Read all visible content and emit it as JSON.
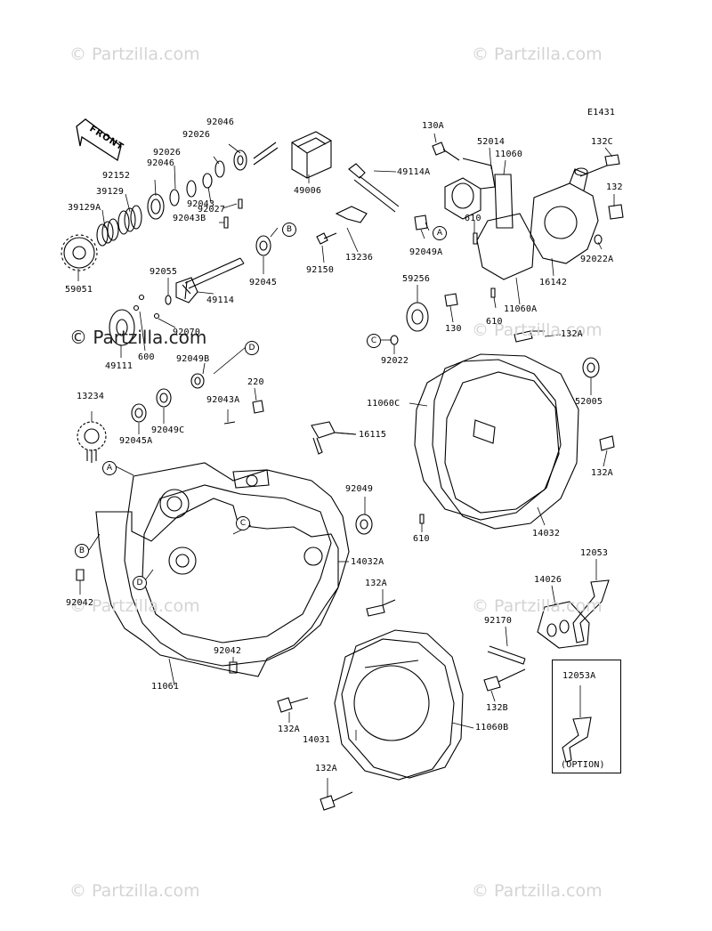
{
  "diagram_code": "E1431",
  "front_tag": "FRONT",
  "option_note": "(OPTION)",
  "watermark": "© Partzilla.com",
  "watermark_dark": "© Partzilla.com",
  "labels": {
    "l_92046_top": "92046",
    "l_92026_top": "92026",
    "l_92026": "92026",
    "l_92046": "92046",
    "l_92152": "92152",
    "l_39129": "39129",
    "l_39129a": "39129A",
    "l_92027": "92027",
    "l_49006": "49006",
    "l_49114a": "49114A",
    "l_92043": "92043",
    "l_92043b": "92043B",
    "l_59051": "59051",
    "l_92055": "92055",
    "l_92045": "92045",
    "l_13236": "13236",
    "l_92150": "92150",
    "l_49114": "49114",
    "l_92070": "92070",
    "l_600": "600",
    "l_49111": "49111",
    "l_92049b": "92049B",
    "l_220": "220",
    "l_92043a": "92043A",
    "l_13234": "13234",
    "l_92049c": "92049C",
    "l_92045a": "92045A",
    "l_16115": "16115",
    "l_92049": "92049",
    "l_14032a": "14032A",
    "l_92042_left": "92042",
    "l_92042_mid": "92042",
    "l_11061": "11061",
    "l_132a_mid": "132A",
    "l_132a_low": "132A",
    "l_132a_bot": "132A",
    "l_14031": "14031",
    "l_130a": "130A",
    "l_52014": "52014",
    "l_11060": "11060",
    "l_132c": "132C",
    "l_132": "132",
    "l_610_top": "610",
    "l_92049a": "92049A",
    "l_92022a": "92022A",
    "l_16142": "16142",
    "l_59256": "59256",
    "l_610_mid": "610",
    "l_11060a": "11060A",
    "l_130": "130",
    "l_92022": "92022",
    "l_132a_top": "132A",
    "l_52005": "52005",
    "l_11060c": "11060C",
    "l_132a_right": "132A",
    "l_610_low": "610",
    "l_14032": "14032",
    "l_12053": "12053",
    "l_14026": "14026",
    "l_92170": "92170",
    "l_132b": "132B",
    "l_11060b": "11060B",
    "l_12053a": "12053A"
  },
  "callouts": {
    "b_upper": "B",
    "a_upper": "A",
    "d_upper": "D",
    "c_upper": "C",
    "a_lower": "A",
    "b_lower": "B",
    "c_lower": "C",
    "d_lower": "D"
  }
}
